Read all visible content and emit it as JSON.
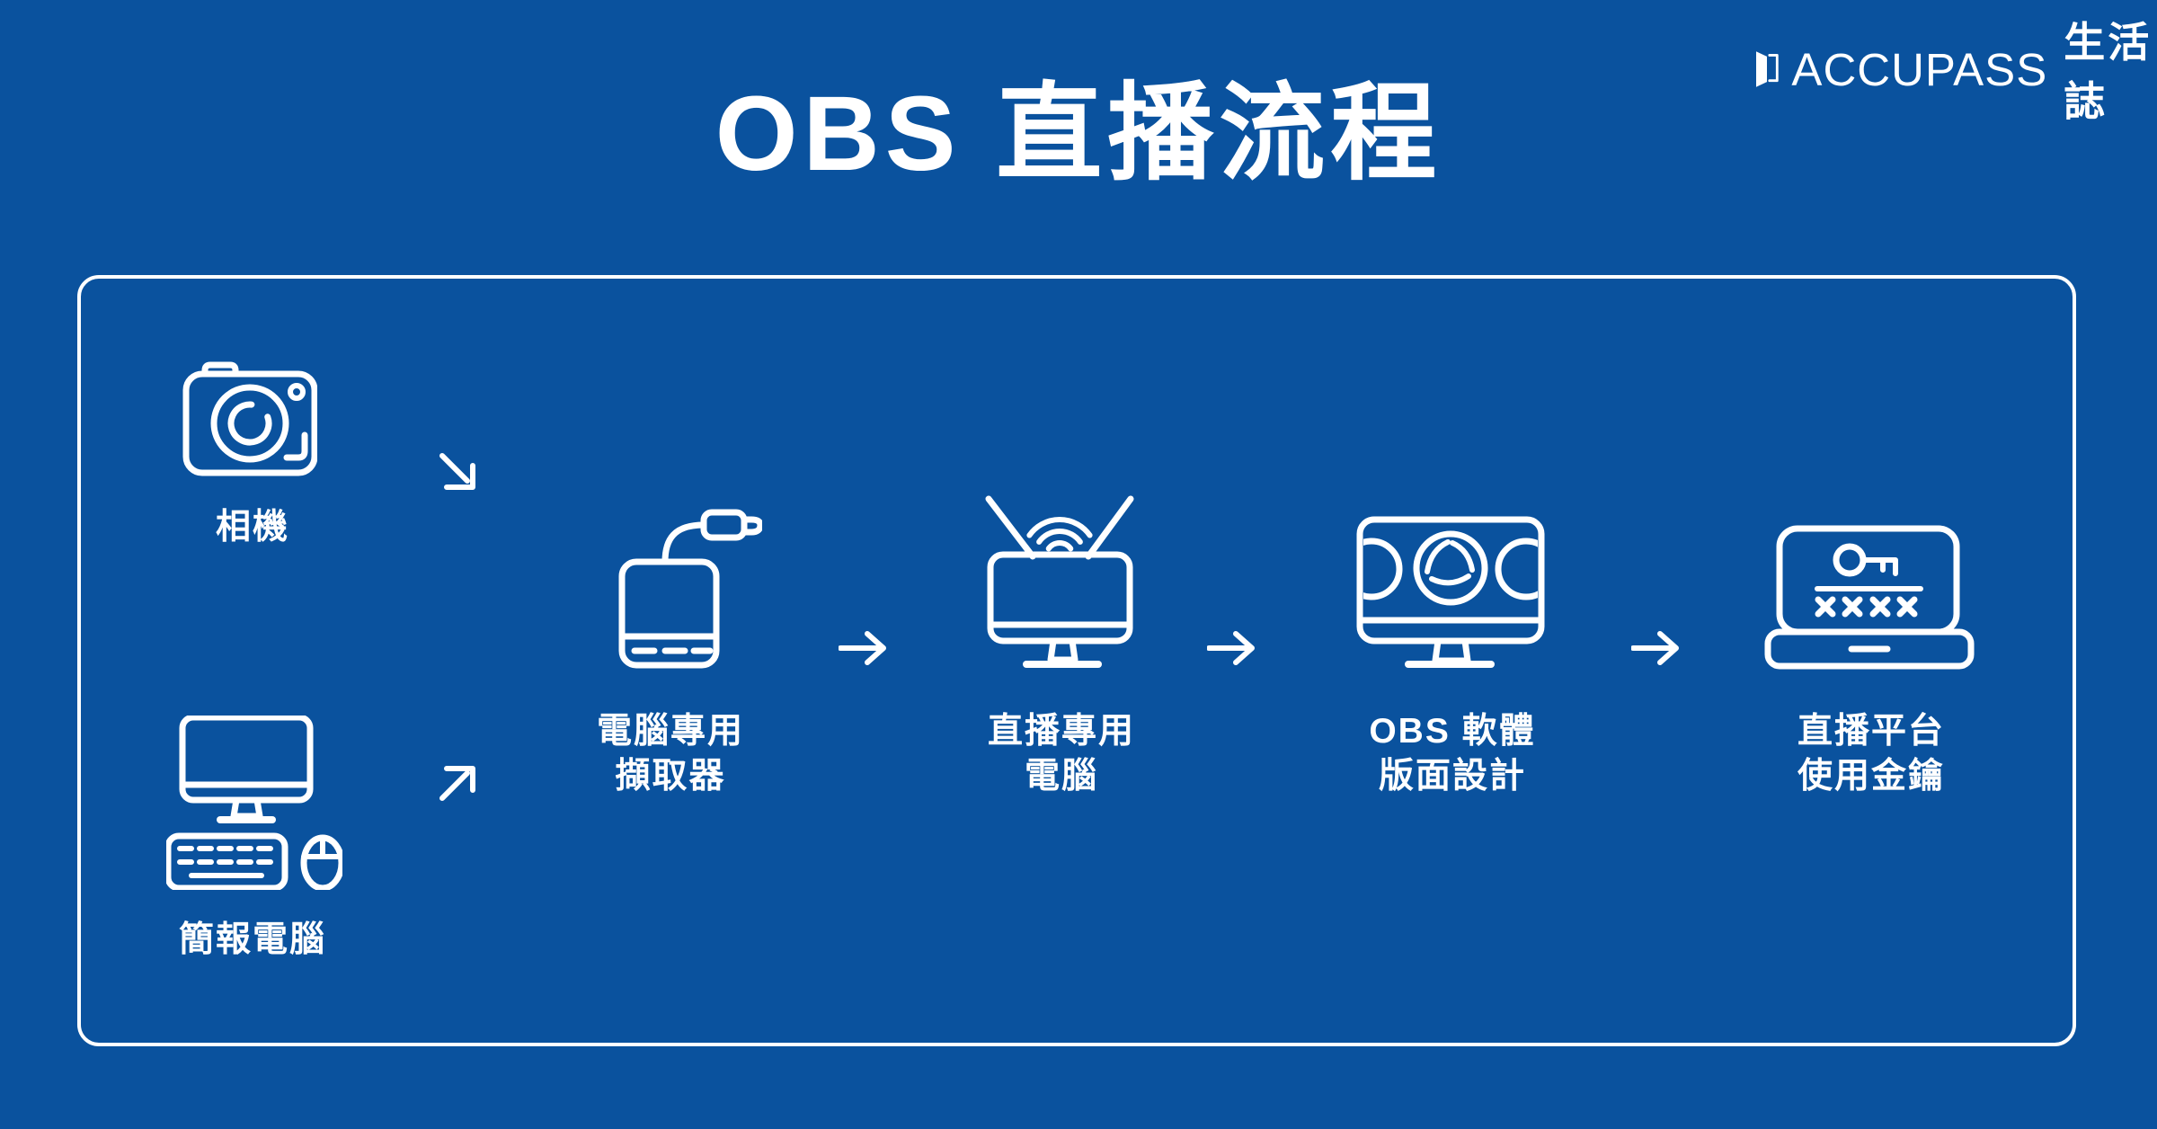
{
  "colors": {
    "background": "#0a529e",
    "foreground": "#ffffff"
  },
  "logo": {
    "brand": "ACCUPASS",
    "suffix": "生活誌",
    "icon": "accupass-door-icon"
  },
  "header": {
    "title": "OBS 直播流程"
  },
  "flow": {
    "sources": [
      {
        "label": "相機",
        "icon": "camera-icon",
        "connector": "arrow-down-right"
      },
      {
        "label": "簡報電腦",
        "icon": "desktop-computer-icon",
        "connector": "arrow-up-right"
      }
    ],
    "steps": [
      {
        "label_line1": "電腦專用",
        "label_line2": "擷取器",
        "icon": "capture-device-icon"
      },
      {
        "label_line1": "直播專用",
        "label_line2": "電腦",
        "icon": "streaming-computer-icon"
      },
      {
        "label_line1": "OBS 軟體",
        "label_line2": "版面設計",
        "icon": "obs-software-icon"
      },
      {
        "label_line1": "直播平台",
        "label_line2": "使用金鑰",
        "icon": "stream-key-laptop-icon"
      }
    ],
    "connector_glyph": "→",
    "diagonal_down_glyph": "↘",
    "diagonal_up_glyph": "↗"
  }
}
